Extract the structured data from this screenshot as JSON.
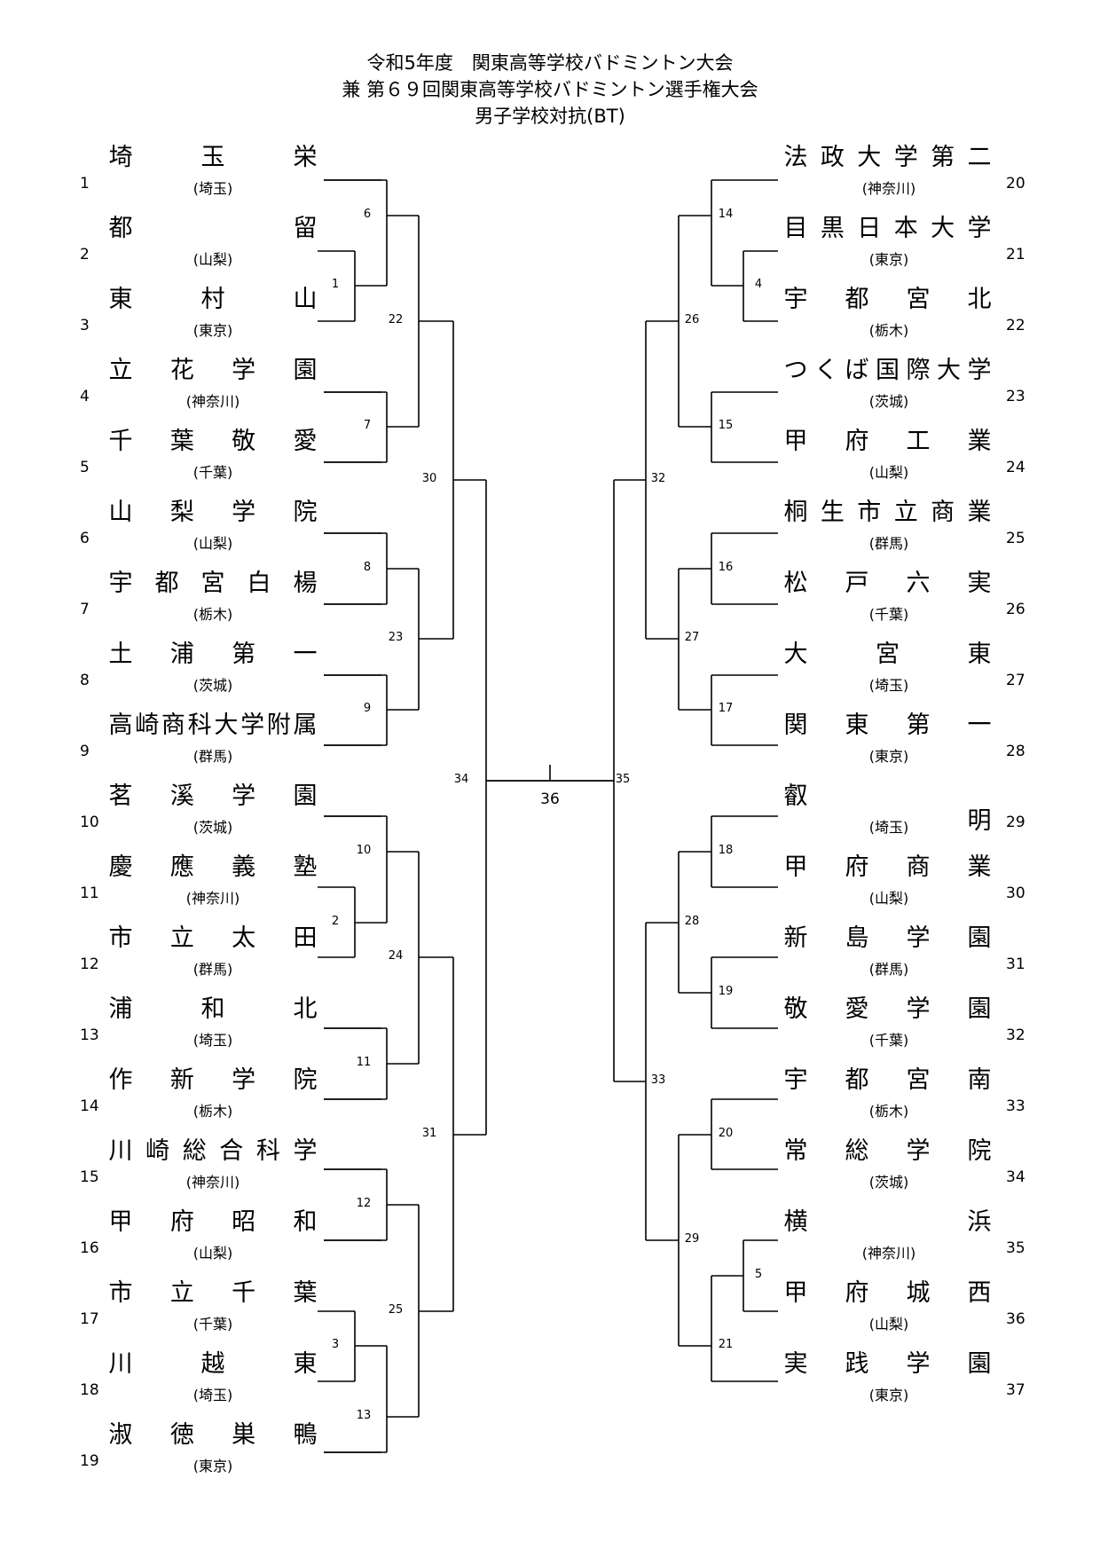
{
  "title": {
    "line1": "令和5年度　関東高等学校バドミントン大会",
    "line2": "兼 第６９回関東高等学校バドミントン選手権大会",
    "line3": "男子学校対抗(BT)"
  },
  "left_teams": [
    {
      "no": "1",
      "name": "埼玉栄",
      "pref": "(埼玉)"
    },
    {
      "no": "2",
      "name": "都留",
      "pref": "(山梨)"
    },
    {
      "no": "3",
      "name": "東村山",
      "pref": "(東京)"
    },
    {
      "no": "4",
      "name": "立花学園",
      "pref": "(神奈川)"
    },
    {
      "no": "5",
      "name": "千葉敬愛",
      "pref": "(千葉)"
    },
    {
      "no": "6",
      "name": "山梨学院",
      "pref": "(山梨)"
    },
    {
      "no": "7",
      "name": "宇都宮白楊",
      "pref": "(栃木)"
    },
    {
      "no": "8",
      "name": "土浦第一",
      "pref": "(茨城)"
    },
    {
      "no": "9",
      "name": "高崎商科大学附属",
      "pref": "(群馬)"
    },
    {
      "no": "10",
      "name": "茗溪学園",
      "pref": "(茨城)"
    },
    {
      "no": "11",
      "name": "慶應義塾",
      "pref": "(神奈川)"
    },
    {
      "no": "12",
      "name": "市立太田",
      "pref": "(群馬)"
    },
    {
      "no": "13",
      "name": "浦和北",
      "pref": "(埼玉)"
    },
    {
      "no": "14",
      "name": "作新学院",
      "pref": "(栃木)"
    },
    {
      "no": "15",
      "name": "川崎総合科学",
      "pref": "(神奈川)"
    },
    {
      "no": "16",
      "name": "甲府昭和",
      "pref": "(山梨)"
    },
    {
      "no": "17",
      "name": "市立千葉",
      "pref": "(千葉)"
    },
    {
      "no": "18",
      "name": "川越東",
      "pref": "(埼玉)"
    },
    {
      "no": "19",
      "name": "淑徳巣鴨",
      "pref": "(東京)"
    }
  ],
  "right_teams": [
    {
      "no": "20",
      "name": "法政大学第二",
      "pref": "(神奈川)"
    },
    {
      "no": "21",
      "name": "目黒日本大学",
      "pref": "(東京)"
    },
    {
      "no": "22",
      "name": "宇都宮北",
      "pref": "(栃木)"
    },
    {
      "no": "23",
      "name": "つくば国際大学",
      "pref": "(茨城)"
    },
    {
      "no": "24",
      "name": "甲府工業",
      "pref": "(山梨)"
    },
    {
      "no": "25",
      "name": "桐生市立商業",
      "pref": "(群馬)"
    },
    {
      "no": "26",
      "name": "松戸六実",
      "pref": "(千葉)"
    },
    {
      "no": "27",
      "name": "大宮東",
      "pref": "(埼玉)"
    },
    {
      "no": "28",
      "name": "関東第一",
      "pref": "(東京)"
    },
    {
      "no": "29",
      "name": "叡明",
      "pref": "(埼玉)"
    },
    {
      "no": "30",
      "name": "甲府商業",
      "pref": "(山梨)"
    },
    {
      "no": "31",
      "name": "新島学園",
      "pref": "(群馬)"
    },
    {
      "no": "32",
      "name": "敬愛学園",
      "pref": "(千葉)"
    },
    {
      "no": "33",
      "name": "宇都宮南",
      "pref": "(栃木)"
    },
    {
      "no": "34",
      "name": "常総学院",
      "pref": "(茨城)"
    },
    {
      "no": "35",
      "name": "横浜",
      "pref": "(神奈川)"
    },
    {
      "no": "36",
      "name": "甲府城西",
      "pref": "(山梨)"
    },
    {
      "no": "37",
      "name": "実践学園",
      "pref": "(東京)"
    }
  ],
  "match_numbers": [
    "1",
    "2",
    "3",
    "4",
    "5",
    "6",
    "7",
    "8",
    "9",
    "10",
    "11",
    "12",
    "13",
    "14",
    "15",
    "16",
    "17",
    "18",
    "19",
    "20",
    "21",
    "22",
    "23",
    "24",
    "25",
    "26",
    "27",
    "28",
    "29",
    "30",
    "31",
    "32",
    "33",
    "34",
    "35",
    "36"
  ]
}
